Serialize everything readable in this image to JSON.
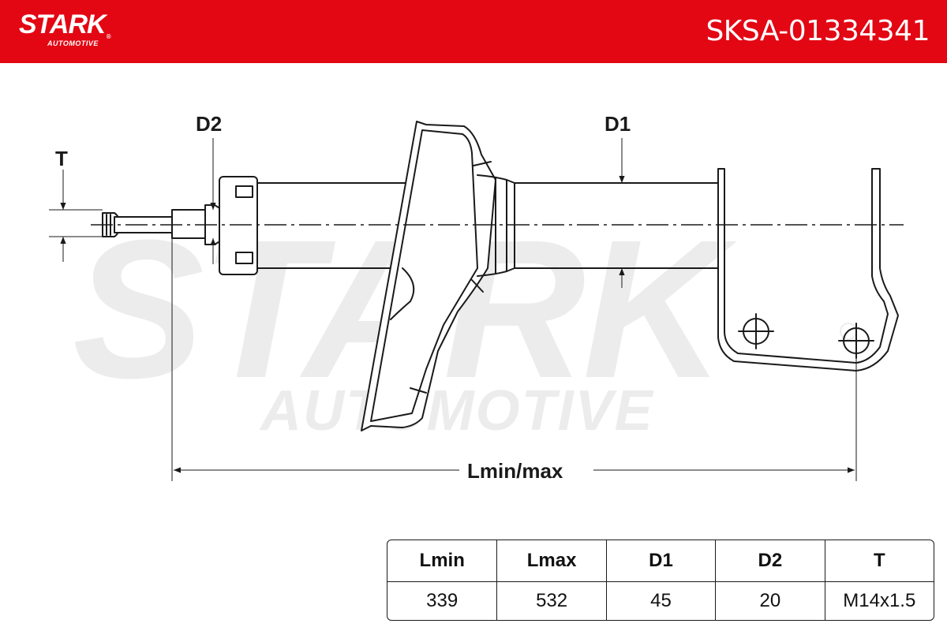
{
  "header": {
    "brand": "STARK",
    "brand_sub": "AUTOMOTIVE",
    "registered_mark": "®",
    "part_number": "SKSA-01334341",
    "background_color": "#e30613"
  },
  "drawing": {
    "watermark_brand": "STARK",
    "watermark_sub": "AUTOMOTIVE",
    "labels": {
      "t": "T",
      "d2": "D2",
      "d1": "D1",
      "length": "Lmin/max"
    }
  },
  "spec_table": {
    "headers": [
      "Lmin",
      "Lmax",
      "D1",
      "D2",
      "T"
    ],
    "values": [
      "339",
      "532",
      "45",
      "20",
      "M14x1.5"
    ]
  }
}
